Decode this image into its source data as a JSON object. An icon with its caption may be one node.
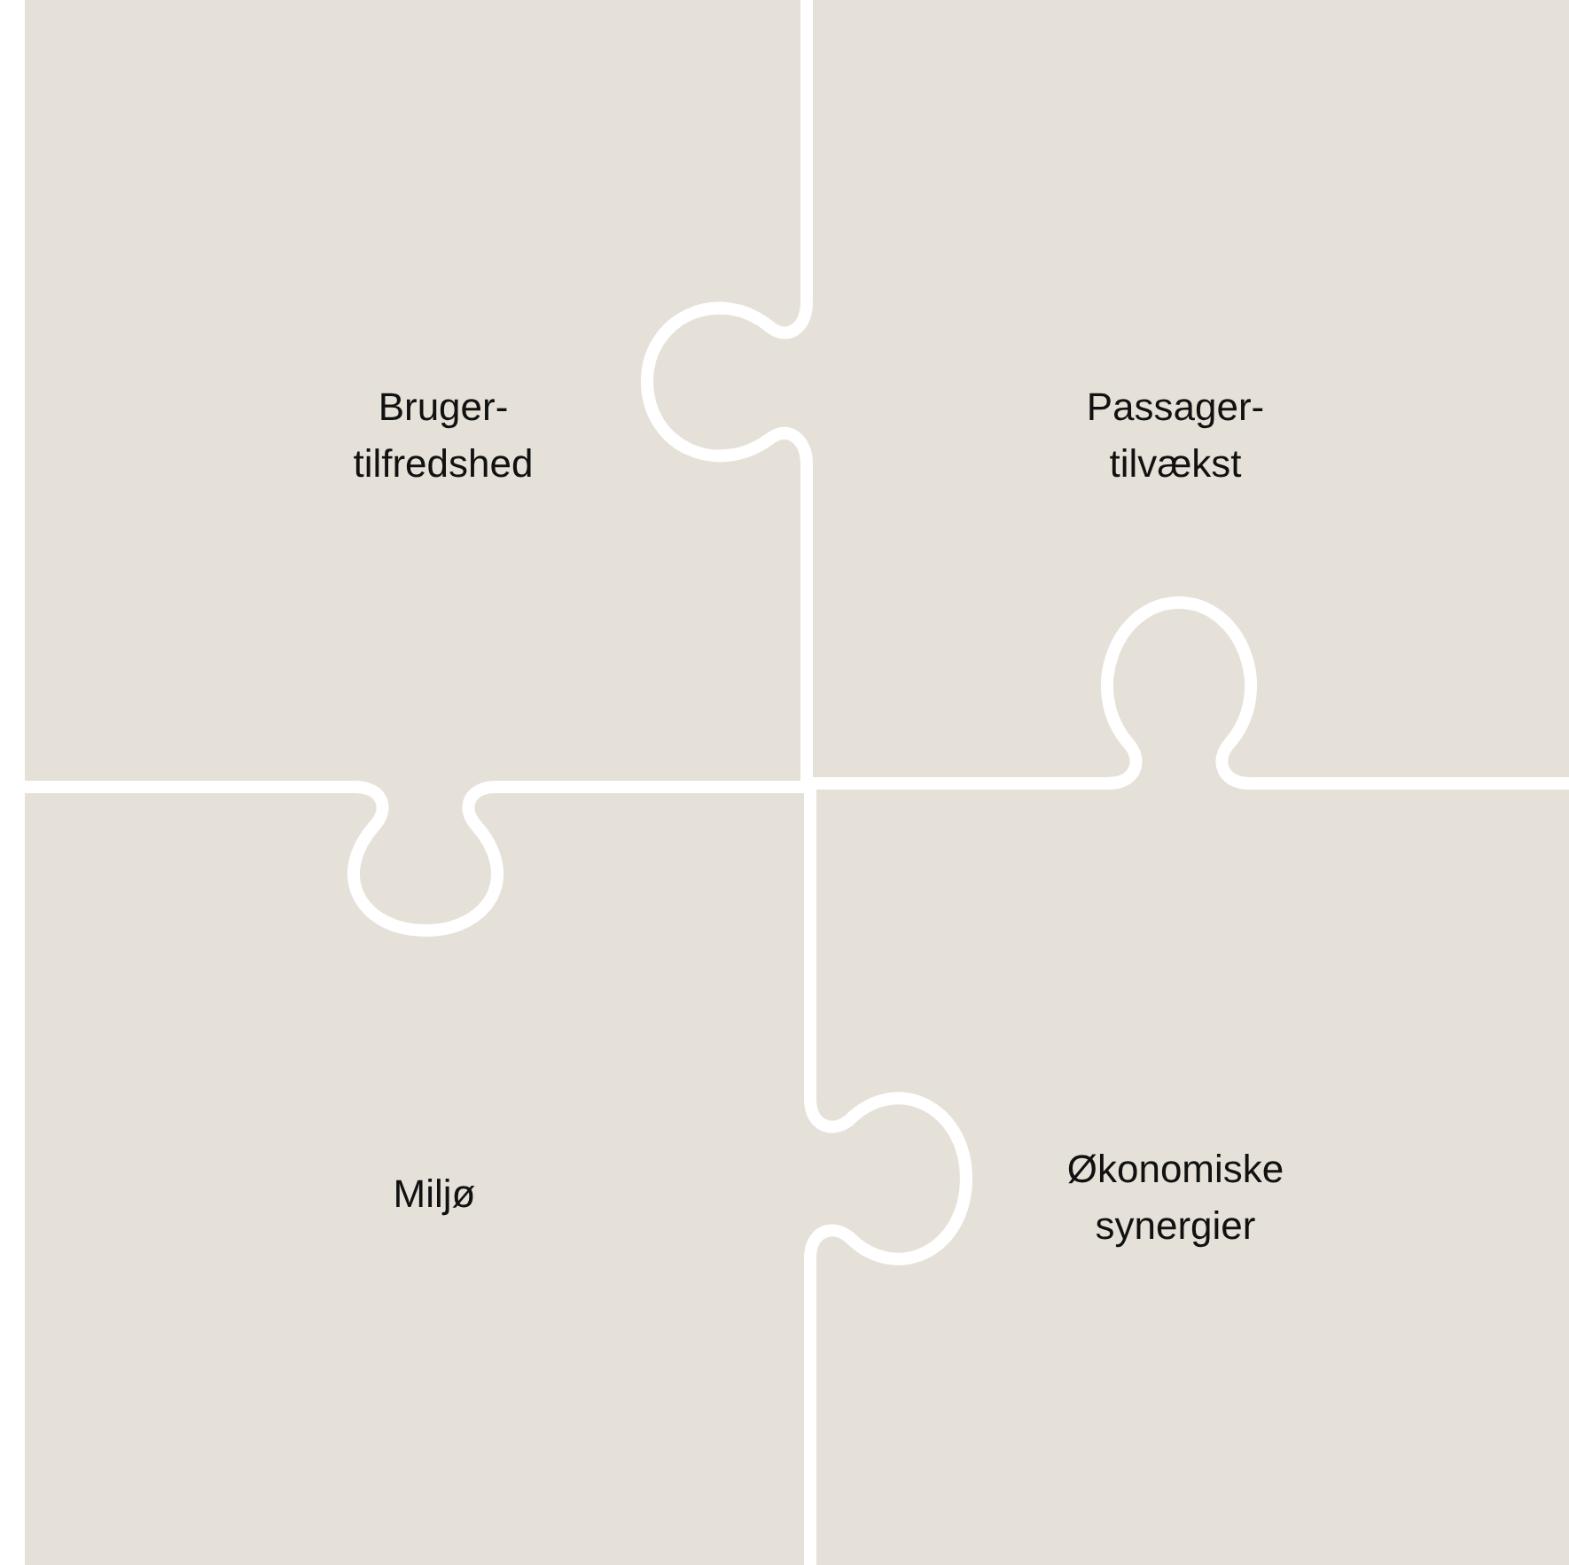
{
  "diagram": {
    "nodes": [
      {
        "text": [
          "Bruger- tilfredshed"
        ]
      },
      {
        "text": [
          "Passager- tilvækst"
        ]
      },
      {
        "text": [
          "Miljø"
        ]
      },
      {
        "text": [
          "Økonomiske synergier"
        ]
      }
    ]
  }
}
